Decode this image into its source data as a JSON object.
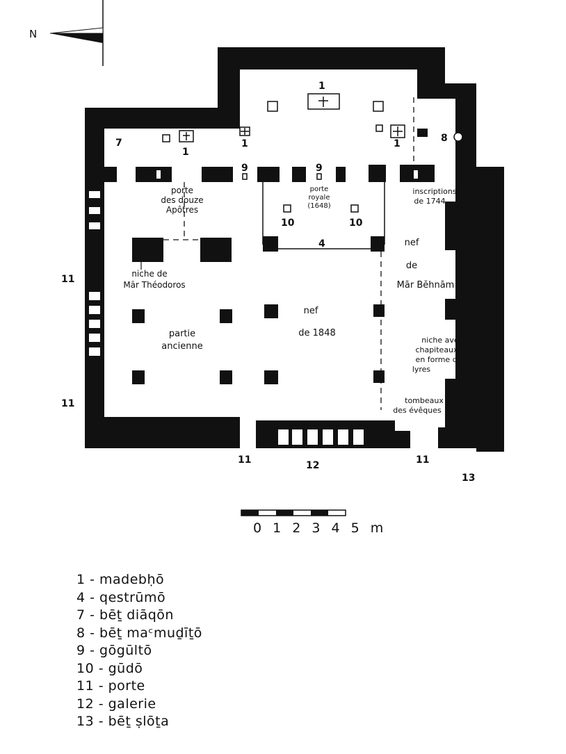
{
  "north": {
    "label": "N"
  },
  "labels": {
    "n1_top": "1",
    "n1_left": "1",
    "n1_mid": "1",
    "n1_right": "1",
    "n7": "7",
    "n8": "8",
    "n9_left": "9",
    "n9_mid": "9",
    "n10_left": "10",
    "n10_right": "10",
    "n4": "4",
    "n11_left_upper": "11",
    "n11_left_lower": "11",
    "n11_bottom_mid": "11",
    "n11_bottom_right": "11",
    "n12": "12",
    "n13": "13",
    "porte_apotres": [
      "porte",
      "des douze",
      "Apôtres"
    ],
    "porte_royale": [
      "porte",
      "royale",
      "(1648)"
    ],
    "inscriptions": [
      "inscriptions",
      "de 1744"
    ],
    "nef_behnam": [
      "nef",
      "de",
      "Mār Běhnām"
    ],
    "niche_theodoros": [
      "niche de",
      "Mār Théodoros"
    ],
    "partie_ancienne": [
      "partie",
      "ancienne"
    ],
    "nef_1848": [
      "nef",
      "de 1848"
    ],
    "niche_lyres": [
      "niche avec",
      "chapiteaux",
      "en forme de",
      "lyres"
    ],
    "tombeaux": [
      "tombeaux",
      "des évêques"
    ]
  },
  "scale": {
    "label": "0 1 2 3 4 5 m",
    "length_m": 5
  },
  "legend": [
    "1 - madebḥō",
    "4 - qestrūmō",
    "7 - bēṯ diāqōn",
    "8 - bēṯ maᶜmuḏīṯō",
    "9 - gōgūltō",
    "10 - gūdō",
    "11 - porte",
    "12 - galerie",
    "13 - bēṯ ṣlōṯa"
  ]
}
